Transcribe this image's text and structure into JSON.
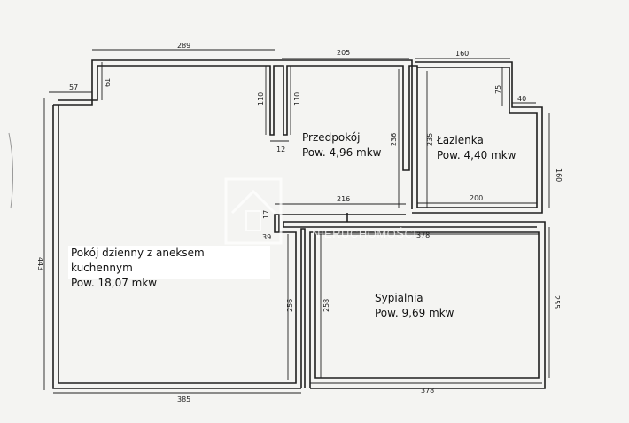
{
  "rooms": [
    {
      "name": "Przedpokój",
      "area": "Pow. 4,96 mkw"
    },
    {
      "name": "Łazienka",
      "area": "Pow. 4,40 mkw"
    },
    {
      "name": "Pokój dzienny z aneksem kuchennym",
      "area": "Pow. 18,07 mkw"
    },
    {
      "name": "Sypialnia",
      "area": "Pow. 9,69 mkw"
    }
  ],
  "dimensions": {
    "d289": "289",
    "d205": "205",
    "d160top": "160",
    "d57": "57",
    "d61": "61",
    "d110a": "110",
    "d110b": "110",
    "d12": "12",
    "d75": "75",
    "d40": "40",
    "d236": "236",
    "d235": "235",
    "d160right": "160",
    "d443": "443",
    "d216": "216",
    "d200": "200",
    "d378mid": "378",
    "d39": "39",
    "d17": "17",
    "d256": "256",
    "d258": "258",
    "d255": "255",
    "d385": "385",
    "d378bottom": "378"
  },
  "watermark": "NIERUCHOMOŚCI"
}
